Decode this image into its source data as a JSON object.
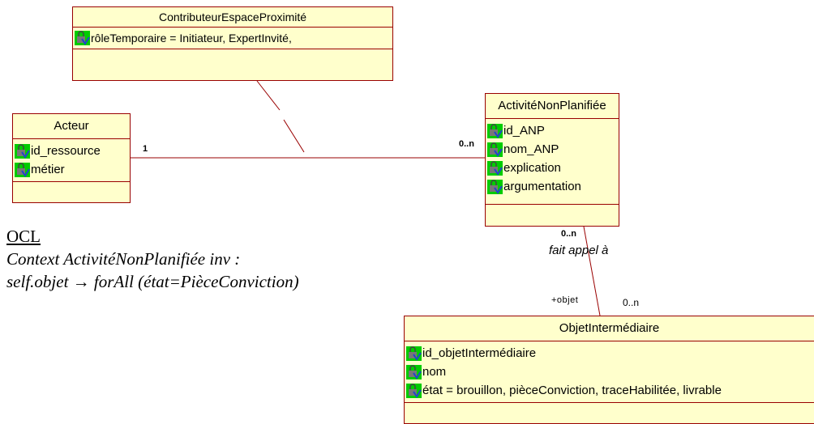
{
  "classes": {
    "contributeur": {
      "name": "ContributeurEspaceProximité",
      "attributes": [
        "rôleTemporaire = Initiateur, ExpertInvité,"
      ]
    },
    "acteur": {
      "name": "Acteur",
      "attributes": [
        "id_ressource",
        "métier"
      ]
    },
    "activite": {
      "name": "ActivitéNonPlanifiée",
      "attributes": [
        "id_ANP",
        "nom_ANP",
        "explication",
        "argumentation"
      ]
    },
    "objet": {
      "name": "ObjetIntermédiaire",
      "attributes": [
        "id_objetIntermédiaire",
        "nom",
        "état = brouillon, pièceConviction, traceHabilitée, livrable"
      ]
    }
  },
  "associations": {
    "acteur_activite": {
      "mult_acteur": "1",
      "mult_activite": "0..n"
    },
    "activite_objet": {
      "mult_activite": "0..n",
      "role_name": "fait appel à",
      "role_objet": "+objet",
      "mult_objet": "0..n"
    }
  },
  "ocl": {
    "heading": "OCL",
    "line1": "Context ActivitéNonPlanifiée inv :",
    "line2": "self.objet → forAll (état=PièceConviction)"
  },
  "colors": {
    "class_fill": "#ffffcc",
    "class_border": "#990000",
    "link_color": "#990000",
    "icon_green": "#00cc00",
    "icon_blue": "#2244cc"
  }
}
